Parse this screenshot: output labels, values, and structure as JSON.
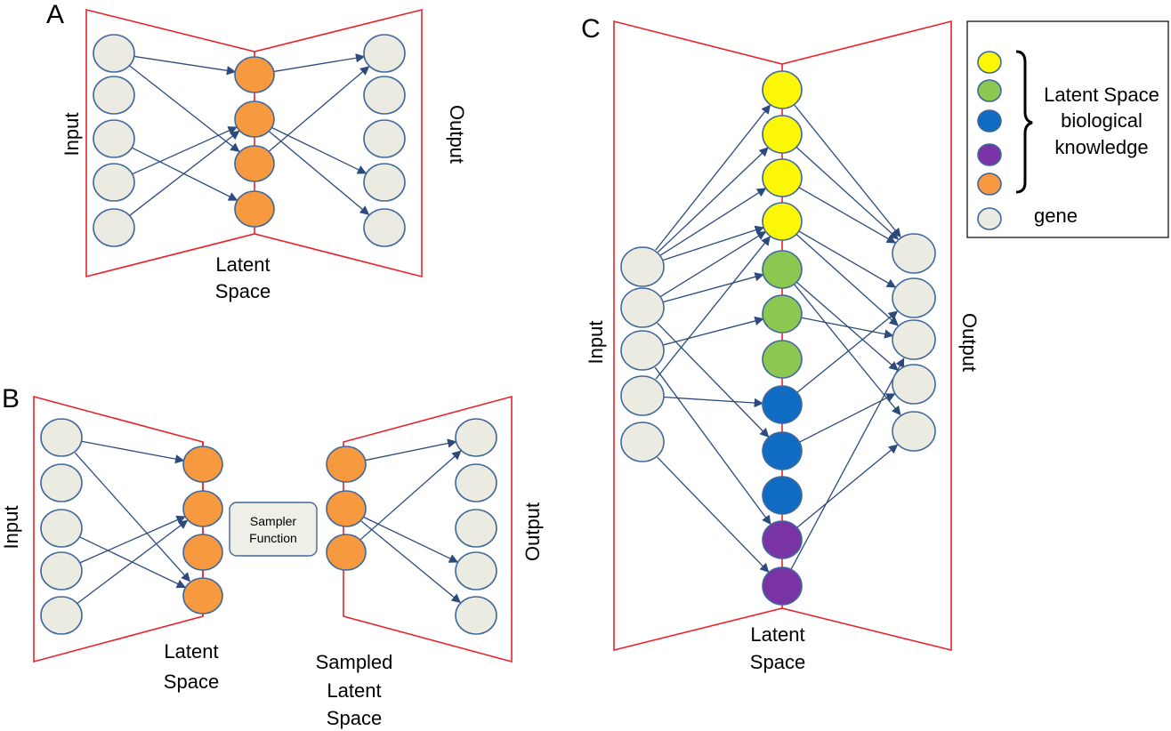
{
  "colors": {
    "gene": "#ecebe2",
    "orange": "#f7993f",
    "yellow": "#fbf707",
    "green": "#8cc751",
    "blue": "#0f6cc2",
    "purple": "#7a33a5",
    "frame": "#e8232a",
    "edge": "#2c4b7c"
  },
  "panelA": {
    "letter": "A",
    "input_label": "Input",
    "output_label": "Output",
    "latent_label_line1": "Latent",
    "latent_label_line2": "Space"
  },
  "panelB": {
    "letter": "B",
    "input_label": "Input",
    "output_label": "Output",
    "latent_label_line1": "Latent",
    "latent_label_line2": "Space",
    "sampler_line1": "Sampler",
    "sampler_line2": "Function",
    "sampled_line1": "Sampled",
    "sampled_line2": "Latent",
    "sampled_line3": "Space"
  },
  "panelC": {
    "letter": "C",
    "input_label": "Input",
    "output_label": "Output",
    "latent_label_line1": "Latent",
    "latent_label_line2": "Space",
    "latent_colors": [
      "yellow",
      "yellow",
      "yellow",
      "yellow",
      "green",
      "green",
      "green",
      "blue",
      "blue",
      "blue",
      "purple",
      "purple"
    ]
  },
  "legend": {
    "bracket_line1": "Latent Space",
    "bracket_line2": "biological",
    "bracket_line3": "knowledge",
    "gene_label": "gene",
    "swatches": [
      "yellow",
      "green",
      "blue",
      "purple",
      "orange",
      "gene"
    ]
  }
}
